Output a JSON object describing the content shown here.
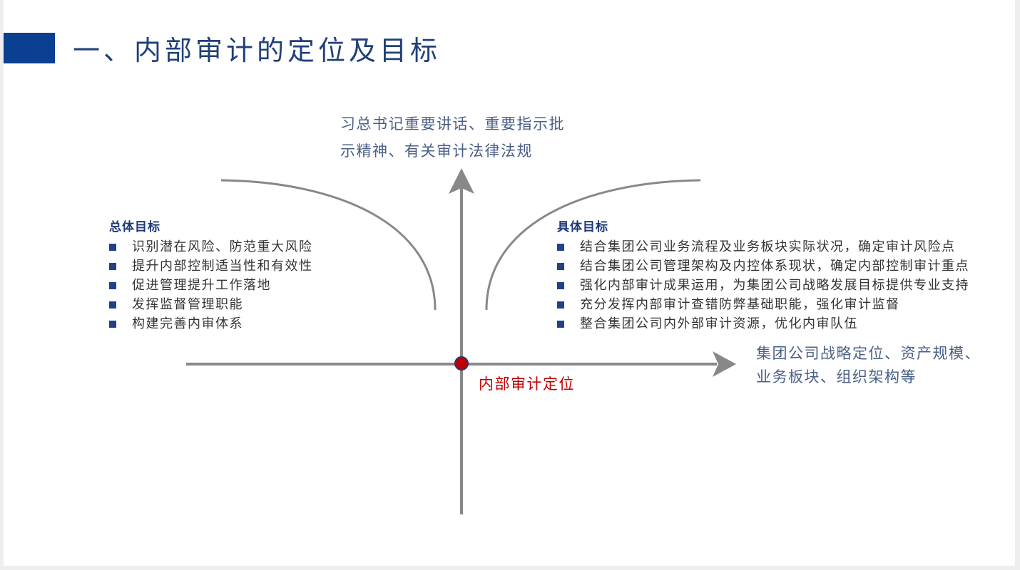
{
  "page": {
    "title": "一、内部审计的定位及目标"
  },
  "diagram": {
    "top_label": [
      "习总书记重要讲话、重要指示批",
      "示精神、有关审计法律法规"
    ],
    "right_label": [
      "集团公司战略定位、资产规模、",
      "业务板块、组织架构等"
    ],
    "center_label": "内部审计定位",
    "left_panel": {
      "title": "总体目标",
      "items": [
        "识别潜在风险、防范重大风险",
        "提升内部控制适当性和有效性",
        "促进管理提升工作落地",
        "发挥监督管理职能",
        "构建完善内审体系"
      ]
    },
    "right_panel": {
      "title": "具体目标",
      "items": [
        "结合集团公司业务流程及业务板块实际状况，确定审计风险点",
        "结合集团公司管理架构及内控体系现状，确定内部控制审计重点",
        "强化内部审计成果运用，为集团公司战略发展目标提供专业支持",
        "充分发挥内部审计查错防弊基础职能，强化审计监督",
        "整合集团公司内外部审计资源，优化内审队伍"
      ]
    },
    "colors": {
      "axis": "#888888",
      "center_dot": "#c00000",
      "title_block": "#0a3f91",
      "bullet": "#22418a"
    }
  }
}
